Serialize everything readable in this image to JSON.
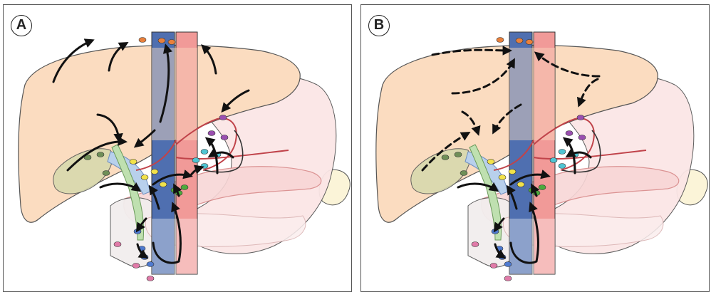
{
  "panels": [
    {
      "label": "A",
      "arrow_style": "solid"
    },
    {
      "label": "B",
      "arrow_style": "dashed"
    }
  ],
  "colors": {
    "liver": "#fbdcc0",
    "liver_outline": "#555555",
    "stomach": "#fbe6e6",
    "pancreas": "#f8d6d6",
    "duodenum": "#f2eeee",
    "spleen": "#fbf4d8",
    "ivc": "#4f6fb0",
    "aorta": "#f19a98",
    "bile_duct": "#bfe0b0",
    "portal_vein": "#b8d0ec",
    "node_orange": "#e8803c",
    "node_purple": "#9a4fb0",
    "node_cyan": "#4fc4d2",
    "node_yellow": "#f2e24a",
    "node_green": "#4daa3c",
    "node_darkgreen": "#6f8f58",
    "node_blue": "#4f7ad0",
    "node_pink": "#e07aa8",
    "arrow": "#111111"
  }
}
